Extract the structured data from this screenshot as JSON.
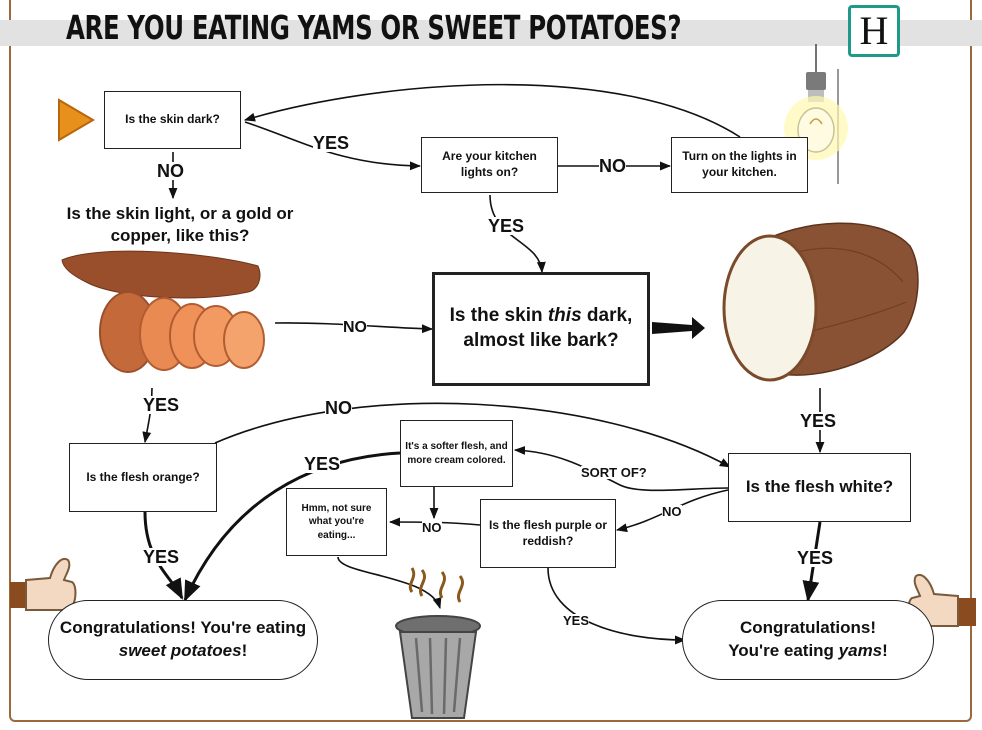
{
  "header": {
    "title": "ARE YOU EATING YAMS OR SWEET POTATOES?",
    "logo_letter": "H"
  },
  "nodes": {
    "skin_dark": "Is the skin dark?",
    "kitchen_lights": "Are your kitchen lights on?",
    "turn_on_lights": "Turn on the lights in your kitchen.",
    "skin_light_question": "Is the skin light, or a gold or copper, like this?",
    "skin_this_dark_pre": "Is the skin ",
    "skin_this_dark_em": "this",
    "skin_this_dark_post": " dark, almost like bark?",
    "flesh_orange": "Is the flesh orange?",
    "softer_flesh": "It's a softer flesh, and more cream colored.",
    "not_sure": "Hmm, not sure what you're eating...",
    "flesh_purple": "Is the flesh purple or reddish?",
    "flesh_white": "Is the flesh white?",
    "result_sweet_pre": "Congratulations! You're eating ",
    "result_sweet_em": "sweet potatoes",
    "result_sweet_post": "!",
    "result_yams_pre": "Congratulations! You're eating ",
    "result_yams_em": "yams",
    "result_yams_post": "!"
  },
  "edge_labels": {
    "yes_to_lights": "YES",
    "no_skin_dark": "NO",
    "no_lights": "NO",
    "yes_lights": "YES",
    "no_to_bark": "NO",
    "yes_sweet_photo": "YES",
    "no_top_arc": "NO",
    "yes_yam_photo": "YES",
    "yes_cream": "YES",
    "sort_of": "SORT OF?",
    "no_white": "NO",
    "no_purple": "NO",
    "yes_orange": "YES",
    "yes_white": "YES",
    "yes_purple": "YES"
  },
  "icons": [
    "start-arrow-icon",
    "light-bulb-icon",
    "sweet-potato-image",
    "yam-image",
    "trash-can-icon",
    "thumbs-up-left-icon",
    "thumbs-up-right-icon"
  ],
  "colors": {
    "start_arrow": "#e8901c",
    "logo_border": "#1f9a8a",
    "frame": "#9a6a3c",
    "stink": "#8a5a1c"
  }
}
